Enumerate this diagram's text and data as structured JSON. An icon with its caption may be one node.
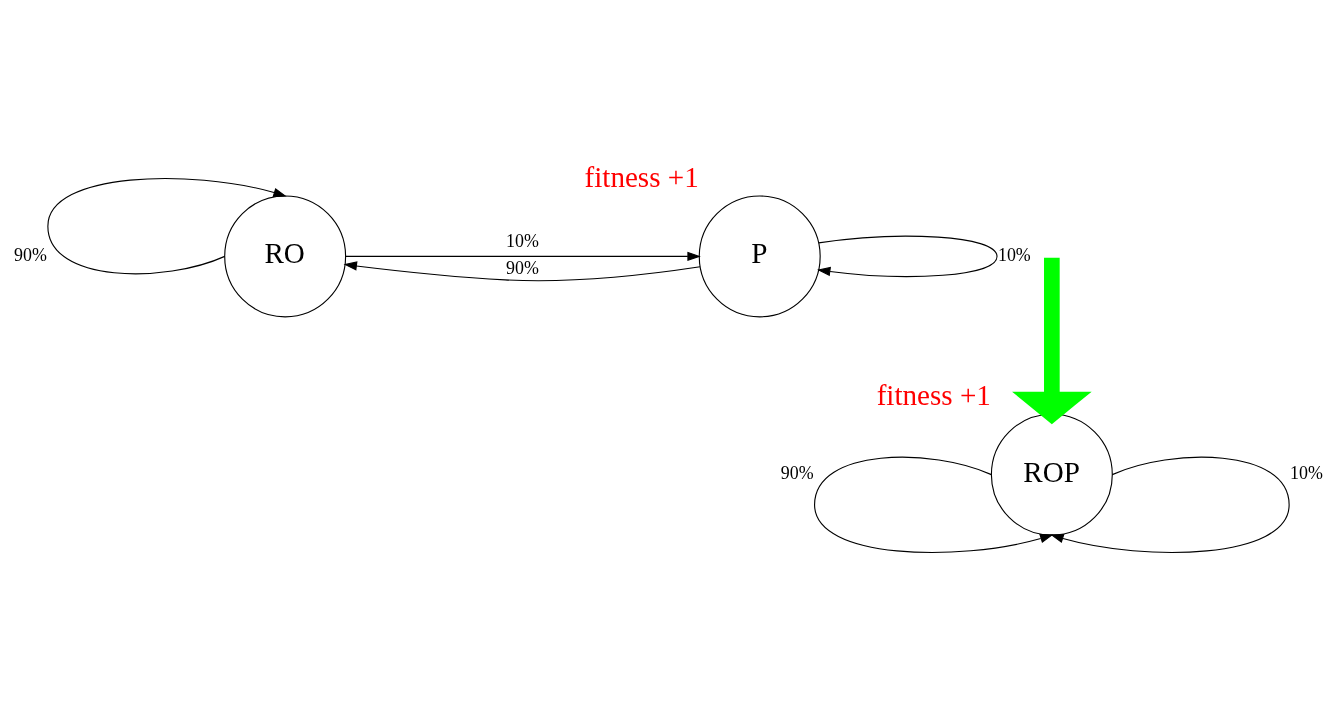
{
  "diagram": {
    "nodes": [
      {
        "text": [
          "RO"
        ]
      },
      {
        "text": [
          "P"
        ],
        "beside": [
          "fitness +1"
        ]
      },
      {
        "text": [
          "ROP"
        ],
        "beside": [
          "fitness +1"
        ]
      }
    ],
    "edges": [
      {
        "from": 0,
        "to": 0,
        "arrow": "to",
        "label": "90%"
      },
      {
        "from": 0,
        "to": 1,
        "arrow": "to",
        "label": "10%"
      },
      {
        "from": 1,
        "to": 1,
        "arrow": "to",
        "label": "10%"
      },
      {
        "from": 1,
        "to": 0,
        "arrow": "to",
        "label": "90%"
      },
      {
        "from": null,
        "to": 2,
        "arrow": "to",
        "style": "thick",
        "color": "#00ff00"
      },
      {
        "from": 2,
        "to": 2,
        "arrow": "to",
        "label": "90%"
      },
      {
        "from": 2,
        "to": 2,
        "arrow": "to",
        "label": "10%"
      }
    ]
  }
}
